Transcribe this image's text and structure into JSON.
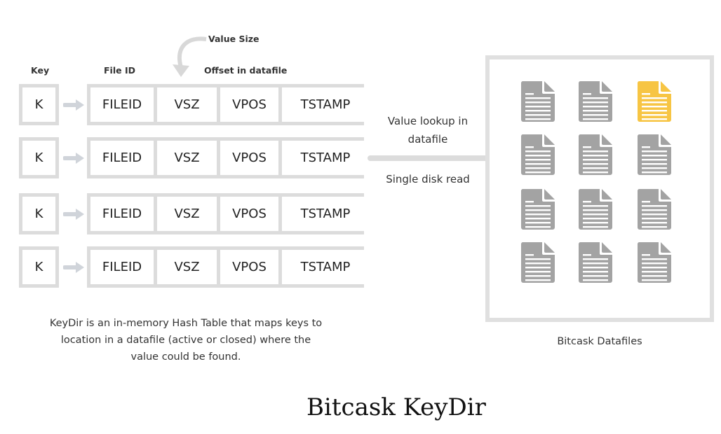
{
  "headers": {
    "key": "Key",
    "file_id": "File ID",
    "value_size": "Value Size",
    "offset": "Offset in datafile"
  },
  "rows": [
    {
      "key": "K",
      "fields": [
        "FILEID",
        "VSZ",
        "VPOS",
        "TSTAMP"
      ]
    },
    {
      "key": "K",
      "fields": [
        "FILEID",
        "VSZ",
        "VPOS",
        "TSTAMP"
      ]
    },
    {
      "key": "K",
      "fields": [
        "FILEID",
        "VSZ",
        "VPOS",
        "TSTAMP"
      ]
    },
    {
      "key": "K",
      "fields": [
        "FILEID",
        "VSZ",
        "VPOS",
        "TSTAMP"
      ]
    }
  ],
  "lookup": {
    "line1": "Value lookup in",
    "line2": "datafile",
    "note": "Single disk read"
  },
  "description": {
    "line1": "KeyDir is an in-memory Hash Table that maps keys to",
    "line2": "location in a datafile (active or closed) where the",
    "line3": "value could be found."
  },
  "datafiles": {
    "label": "Bitcask Datafiles",
    "grid": [
      [
        "inactive",
        "inactive",
        "active"
      ],
      [
        "inactive",
        "inactive",
        "inactive"
      ],
      [
        "inactive",
        "inactive",
        "inactive"
      ],
      [
        "inactive",
        "inactive",
        "inactive"
      ]
    ],
    "colors": {
      "inactive": "#a3a3a3",
      "active": "#f7c544"
    }
  },
  "title": "Bitcask KeyDir"
}
